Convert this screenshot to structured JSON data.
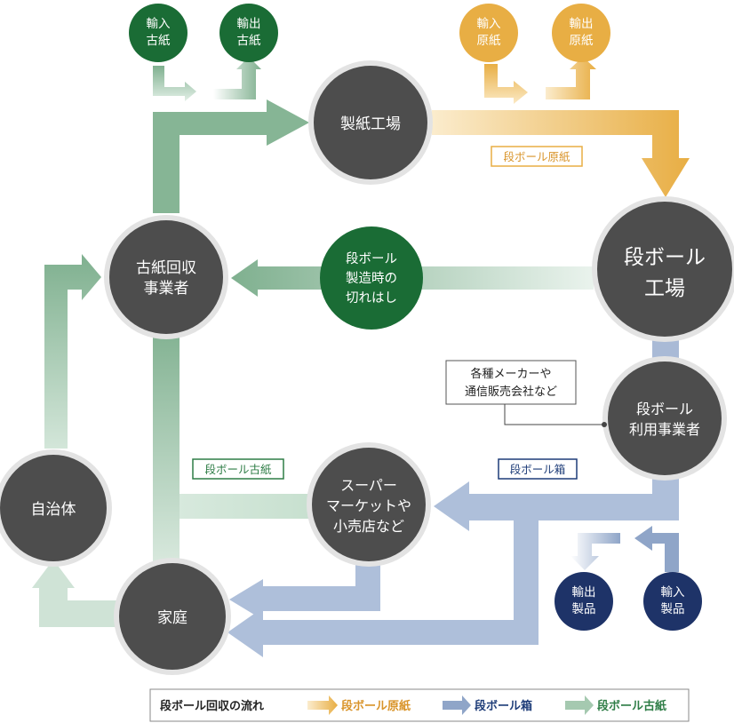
{
  "nodes": {
    "paper_mill": "製紙工場",
    "box_factory": [
      "段ボール",
      "工場"
    ],
    "collector": [
      "古紙回収",
      "事業者"
    ],
    "offcuts": [
      "段ボール",
      "製造時の",
      "切れはし"
    ],
    "user_business": [
      "段ボール",
      "利用事業者"
    ],
    "supermarket": [
      "スーパー",
      "マーケットや",
      "小売店など"
    ],
    "municipality": "自治体",
    "household": "家庭",
    "import_oldpaper": [
      "輸入",
      "古紙"
    ],
    "export_oldpaper": [
      "輸出",
      "古紙"
    ],
    "import_base": [
      "輸入",
      "原紙"
    ],
    "export_base": [
      "輸出",
      "原紙"
    ],
    "export_products": [
      "輸出",
      "製品"
    ],
    "import_products": [
      "輸入",
      "製品"
    ]
  },
  "labels": {
    "base_paper": "段ボール原紙",
    "old_paper": "段ボール古紙",
    "boxes": "段ボール箱"
  },
  "callout": [
    "各種メーカーや",
    "通信販売会社など"
  ],
  "legend": {
    "title": "段ボール回収の流れ",
    "items": [
      {
        "label": "段ボール原紙",
        "color": "#e6a93a"
      },
      {
        "label": "段ボール箱",
        "color": "#8fa5c8"
      },
      {
        "label": "段ボール古紙",
        "color": "#7fb08f"
      }
    ]
  },
  "colors": {
    "node_gray": "#4d4d4d",
    "node_ring": "#e3e3e3",
    "green_dark": "#1a6c35",
    "navy": "#1e3368",
    "gold": "#e8ae44",
    "orange_text": "#d9942a",
    "blue_text": "#1d3c78",
    "green_text": "#2e7d46"
  }
}
